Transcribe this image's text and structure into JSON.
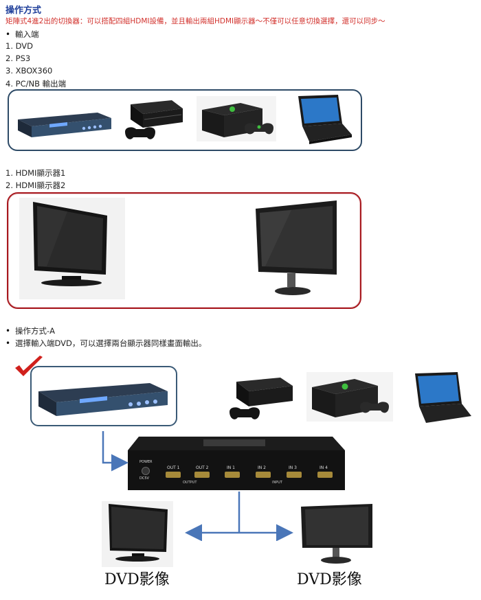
{
  "heading": "操作方式",
  "intro": "矩陣式4進2出的切換器：可以搭配四組HDMI設備，並且輸出兩組HDMI顯示器～不僅可以任意切換選擇，還可以同步～",
  "inputs": {
    "header": "輸入端",
    "items": [
      "1. DVD",
      "2. PS3",
      "3. XBOX360",
      "4. PC/NB 輸出端"
    ]
  },
  "outputs": {
    "items": [
      "1. HDMI顯示器1",
      "2. HDMI顯示器2"
    ]
  },
  "mode": {
    "bullets": [
      "操作方式-A",
      "選擇輸入端DVD，可以選擇兩台顯示器同樣畫面輸出。"
    ]
  },
  "switcher": {
    "ports": [
      "OUT 1",
      "OUT 2",
      "IN 1",
      "IN 2",
      "IN 3",
      "IN 4"
    ],
    "power_label": "POWER",
    "dc_label": "DC5V",
    "output_label": "OUTPUT",
    "input_label": "INPUT"
  },
  "captions": {
    "left": "DVD影像",
    "right": "DVD影像"
  },
  "colors": {
    "heading": "#1f3f9a",
    "intro": "#d2322d",
    "arrow": "#4a76b8",
    "checkmark": "#d0201c"
  }
}
